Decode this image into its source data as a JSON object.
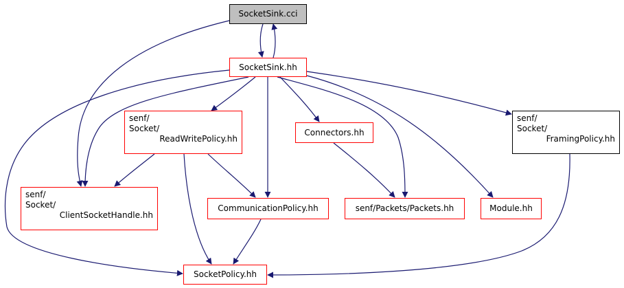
{
  "colors": {
    "edge": "#191970",
    "node_border": "#ff0000",
    "root_fill": "#bfbfbf",
    "black_border": "#000000"
  },
  "nodes": {
    "socketsink_cci": {
      "label": "SocketSink.cci"
    },
    "socketsink_hh": {
      "label": "SocketSink.hh"
    },
    "readwritepolicy": {
      "line1": "senf/",
      "line2": "Socket/",
      "line3": "ReadWritePolicy.hh"
    },
    "connectors": {
      "label": "Connectors.hh"
    },
    "framingpolicy": {
      "line1": "senf/",
      "line2": "Socket/",
      "line3": "FramingPolicy.hh"
    },
    "clientsockethandle": {
      "line1": "senf/",
      "line2": "Socket/",
      "line3": "ClientSocketHandle.hh"
    },
    "communicationpolicy": {
      "label": "CommunicationPolicy.hh"
    },
    "packets": {
      "label": "senf/Packets/Packets.hh"
    },
    "module": {
      "label": "Module.hh"
    },
    "socketpolicy": {
      "label": "SocketPolicy.hh"
    }
  },
  "edges": [
    [
      "socketsink_cci",
      "socketsink_hh"
    ],
    [
      "socketsink_hh",
      "socketsink_cci"
    ],
    [
      "socketsink_cci",
      "clientsockethandle"
    ],
    [
      "socketsink_hh",
      "readwritepolicy"
    ],
    [
      "socketsink_hh",
      "connectors"
    ],
    [
      "socketsink_hh",
      "framingpolicy"
    ],
    [
      "socketsink_hh",
      "clientsockethandle"
    ],
    [
      "socketsink_hh",
      "communicationpolicy"
    ],
    [
      "socketsink_hh",
      "packets"
    ],
    [
      "socketsink_hh",
      "module"
    ],
    [
      "socketsink_hh",
      "socketpolicy"
    ],
    [
      "readwritepolicy",
      "clientsockethandle"
    ],
    [
      "readwritepolicy",
      "communicationpolicy"
    ],
    [
      "readwritepolicy",
      "socketpolicy"
    ],
    [
      "connectors",
      "packets"
    ],
    [
      "communicationpolicy",
      "socketpolicy"
    ],
    [
      "framingpolicy",
      "socketpolicy"
    ]
  ]
}
